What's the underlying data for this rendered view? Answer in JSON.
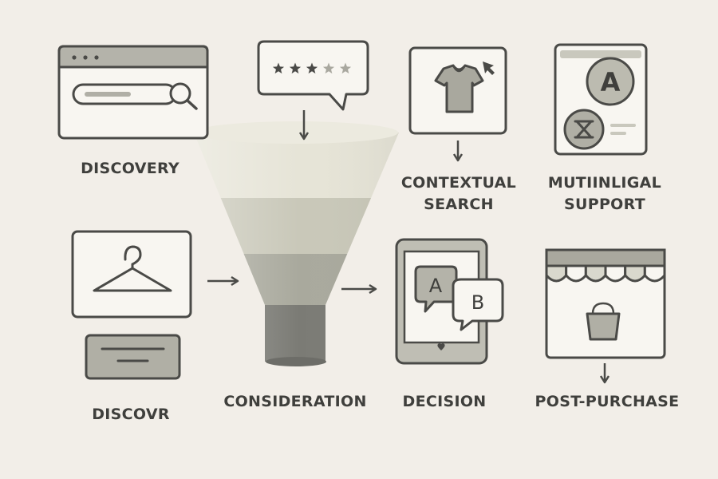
{
  "labels": {
    "discovery_top": "DISCOVERY",
    "contextual_search": [
      "CONTEXTUAL",
      "SEARCH"
    ],
    "multilingual_support": [
      "MUTIINLIGAL",
      "SUPPORT"
    ],
    "discovery_bottom": "DISCOVR",
    "consideration": "CONSIDERATION",
    "decision": "DECISION",
    "post_purchase": "POST-PURCHASE"
  },
  "rating": {
    "filled_stars": 3,
    "total_stars": 5
  },
  "badges": {
    "language_a": "A",
    "language_b": "B"
  },
  "icons": [
    "browser-search-icon",
    "rating-bubble-icon",
    "shirt-icon",
    "cursor-icon",
    "translate-card-icon",
    "hanger-icon",
    "tag-icon",
    "tablet-chat-icon",
    "storefront-icon",
    "shopping-bag-icon",
    "funnel-icon",
    "arrow-icon"
  ],
  "colors": {
    "background": "#f2eee8",
    "stroke": "#4a4a47",
    "panel": "#f8f6f1",
    "funnel_top": "#e5e3d6",
    "funnel_mid": "#c8c7b8",
    "funnel_low": "#a8a89c",
    "funnel_stem": "#7a7a74"
  }
}
